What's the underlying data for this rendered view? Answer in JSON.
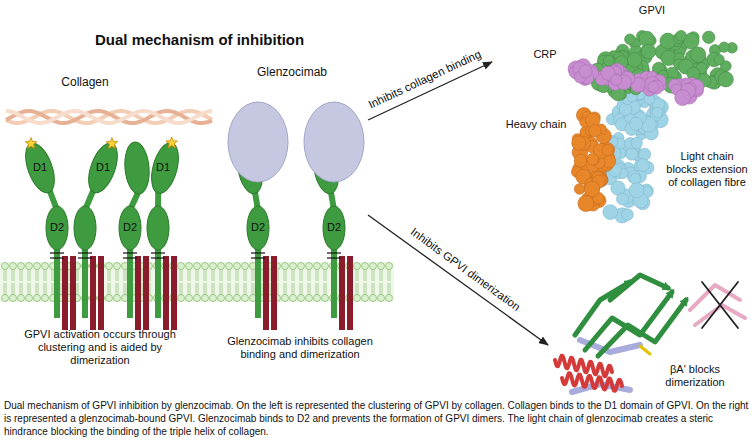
{
  "diagram": {
    "title": "Dual mechanism of inhibition",
    "caption": "Dual mechanism of GPVI inhibition by glenzocimab. On the left is represented the clustering of GPVI by collagen. Collagen binds to the D1 domain of GPVI. On the right is represented a glenzocimab-bound GPVI. Glenzocimab binds to D2 and prevents the formation of GPVI dimers. The light chain of glenzocimab creates a steric hindrance blocking the binding of the triple helix of collagen.",
    "labels": [
      "Collagen",
      "D1",
      "D1",
      "D1",
      "D2",
      "D2",
      "Glenzocimab",
      "D2",
      "D2",
      "GPVI activation occurs through clustering and is aided by dimerization",
      "Glenzocimab inhibits collagen binding and dimerization",
      "Inhibits collagen binding",
      "Inhibits GPVI dimerization",
      "GPVI",
      "CRP",
      "Heavy chain",
      "Light chain blocks extension of collagen fibre",
      "βA' blocks dimerization"
    ]
  }
}
